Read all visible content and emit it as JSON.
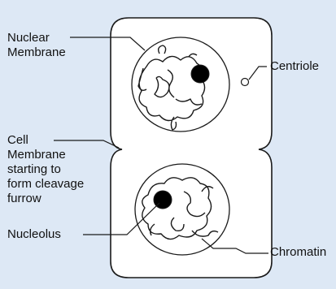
{
  "diagram": {
    "background": "#dde8f5",
    "line_color": "#1a1a1a",
    "labels": {
      "nuclear_membrane": "Nuclear\nMembrane",
      "centriole": "Centriole",
      "cell_membrane": "Cell\nMembrane\nstarting to\nform cleavage\nfurrow",
      "nucleolus": "Nucleolus",
      "chromatin": "Chromatin"
    }
  }
}
